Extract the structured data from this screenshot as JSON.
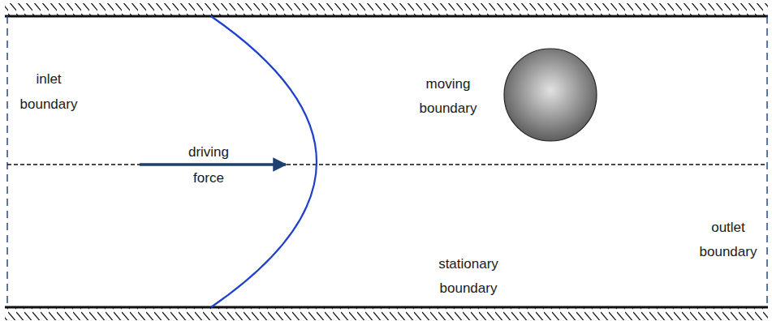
{
  "diagram": {
    "labels": [
      "inlet boundary",
      "moving boundary",
      "driving force",
      "outlet boundary",
      "stationary boundary"
    ]
  }
}
